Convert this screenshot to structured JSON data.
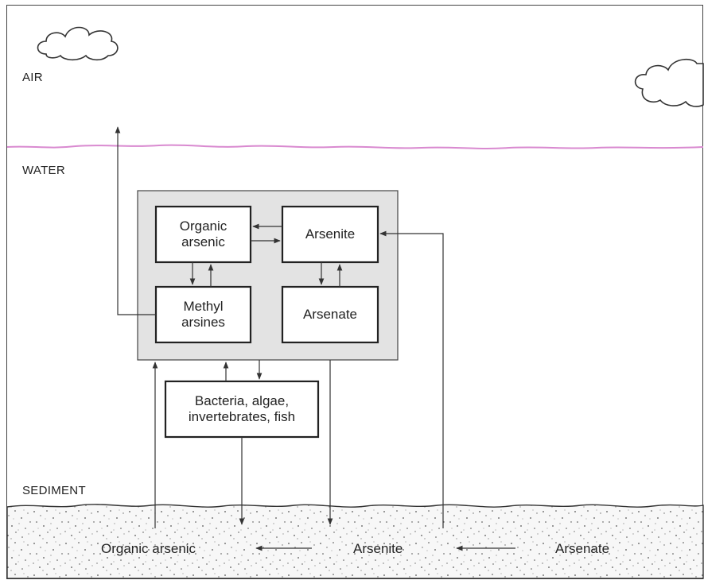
{
  "zones": {
    "air": "AIR",
    "water": "WATER",
    "sediment": "SEDIMENT"
  },
  "boxes": {
    "organic_arsenic": "Organic\narsenic",
    "arsenite": "Arsenite",
    "methyl_arsines": "Methyl\narsines",
    "arsenate": "Arsenate",
    "biota": "Bacteria, algae,\ninvertebrates, fish"
  },
  "sediment_labels": {
    "organic_arsenic": "Organic arsenic",
    "arsenite": "Arsenite",
    "arsenate": "Arsenate"
  },
  "colors": {
    "water_surface": "#d98ad0",
    "reservoir_fill": "#e3e3e3",
    "line": "#333333"
  }
}
